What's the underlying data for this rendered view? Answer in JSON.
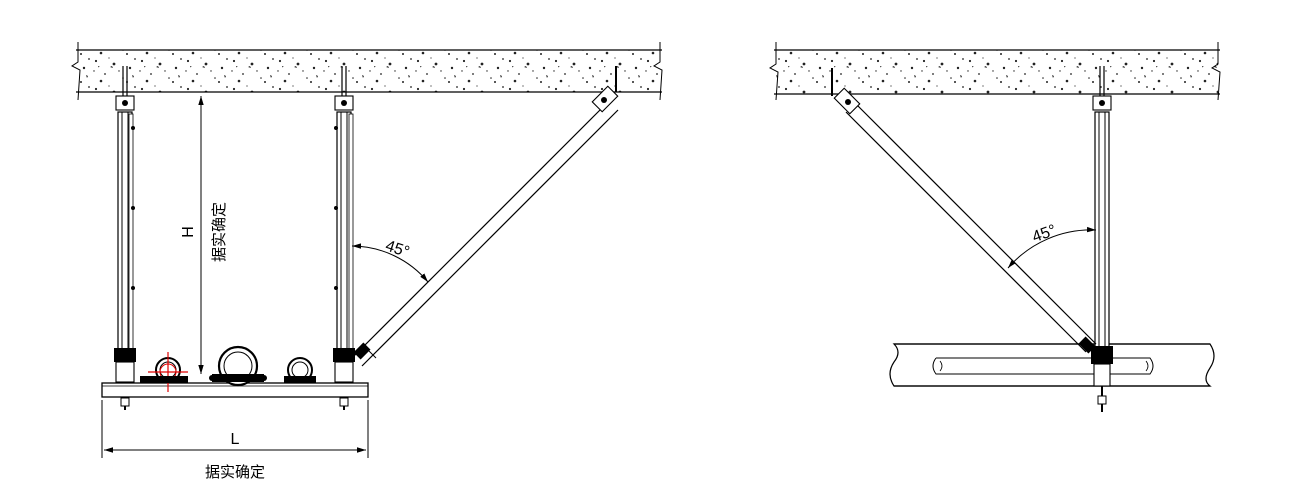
{
  "labels": {
    "height_symbol": "H",
    "height_note": "据实确定",
    "width_symbol": "L",
    "width_note": "据实确定",
    "angle_left": "45°",
    "angle_right": "45°"
  }
}
